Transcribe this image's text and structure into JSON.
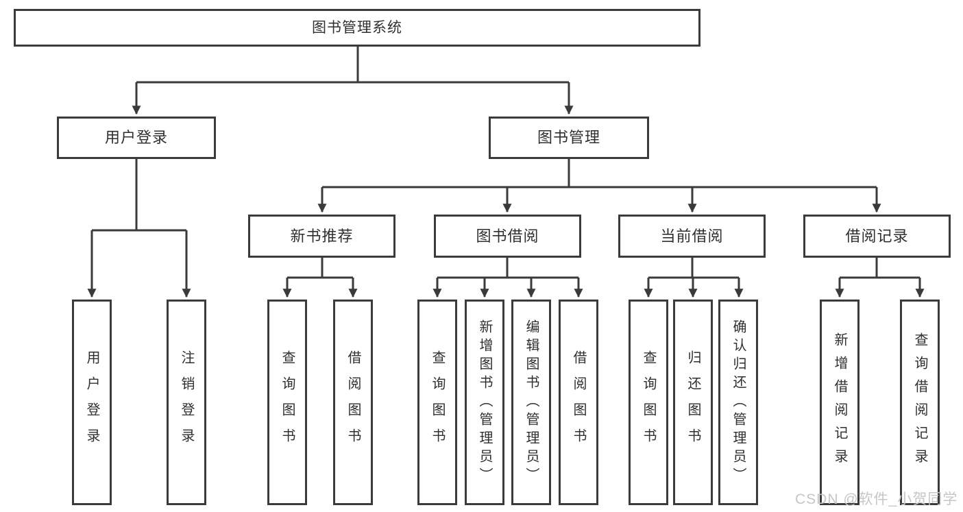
{
  "diagram": {
    "title": "图书管理系统",
    "branches": [
      {
        "label": "用户登录",
        "leaves": [
          {
            "label": "用户登录"
          },
          {
            "label": "注销登录"
          }
        ]
      },
      {
        "label": "图书管理",
        "groups": [
          {
            "label": "新书推荐",
            "leaves": [
              {
                "label": "查询图书"
              },
              {
                "label": "借阅图书"
              }
            ]
          },
          {
            "label": "图书借阅",
            "leaves": [
              {
                "label": "查询图书"
              },
              {
                "label": "新增图书（管理员）"
              },
              {
                "label": "编辑图书（管理员）"
              },
              {
                "label": "借阅图书"
              }
            ]
          },
          {
            "label": "当前借阅",
            "leaves": [
              {
                "label": "查询图书"
              },
              {
                "label": "归还图书"
              },
              {
                "label": "确认归还（管理员）"
              }
            ]
          },
          {
            "label": "借阅记录",
            "leaves": [
              {
                "label": "新增借阅记录"
              },
              {
                "label": "查询借阅记录"
              }
            ]
          }
        ]
      }
    ]
  },
  "watermark": "CSDN @软件_小贺同学",
  "colors": {
    "line": "#3a3a3a",
    "text": "#2f2f2f",
    "watermark": "#c6c6c6",
    "background": "#ffffff"
  }
}
